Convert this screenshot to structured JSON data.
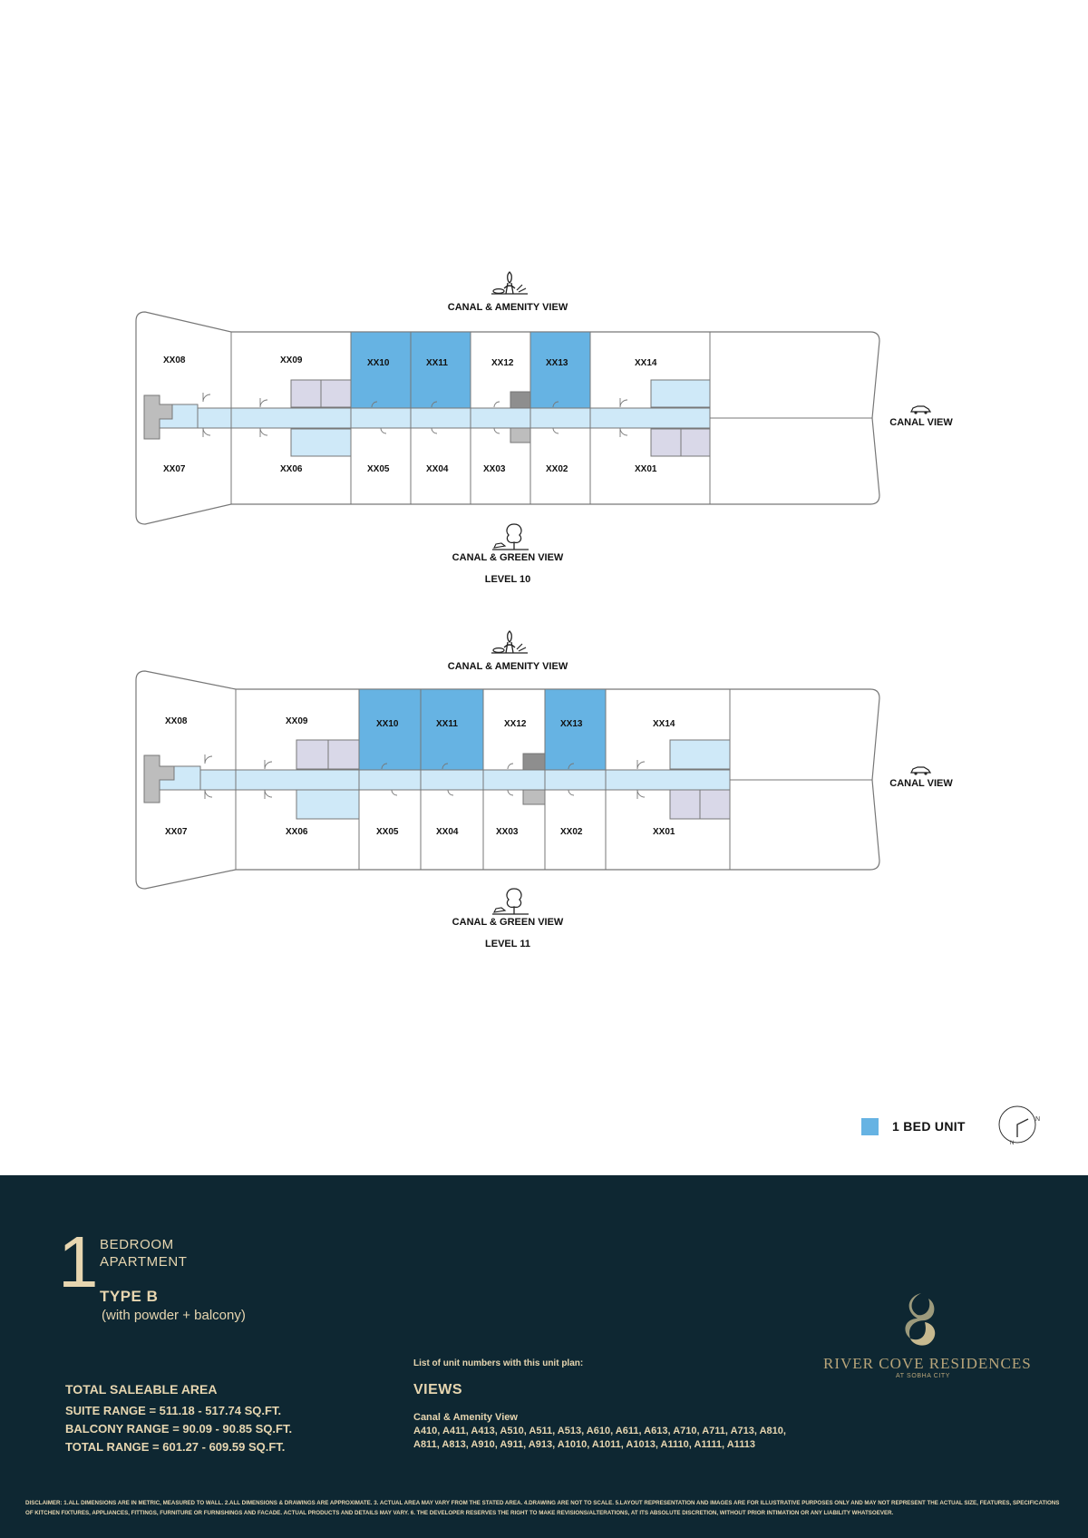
{
  "plans": [
    {
      "level": "LEVEL 10",
      "north_view": "CANAL & AMENITY VIEW",
      "south_view": "CANAL & GREEN VIEW",
      "east_view": "CANAL VIEW",
      "top_units": [
        "XX08",
        "XX09",
        "XX10",
        "XX11",
        "XX12",
        "XX13",
        "XX14"
      ],
      "bottom_units": [
        "XX07",
        "XX06",
        "XX05",
        "XX04",
        "XX03",
        "XX02",
        "XX01"
      ],
      "highlighted_units": [
        "XX10",
        "XX11",
        "XX13"
      ]
    },
    {
      "level": "LEVEL 11",
      "north_view": "CANAL & AMENITY VIEW",
      "south_view": "CANAL & GREEN VIEW",
      "east_view": "CANAL VIEW",
      "top_units": [
        "XX08",
        "XX09",
        "XX10",
        "XX11",
        "XX12",
        "XX13",
        "XX14"
      ],
      "bottom_units": [
        "XX07",
        "XX06",
        "XX05",
        "XX04",
        "XX03",
        "XX02",
        "XX01"
      ],
      "highlighted_units": [
        "XX10",
        "XX11",
        "XX13"
      ]
    }
  ],
  "legend": {
    "label": "1 BED UNIT",
    "color": "#66b3e3"
  },
  "icons": {
    "north": "tree-amenity-icon",
    "south": "tree-icon",
    "east": "car-icon",
    "compass": "north-arrow-icon"
  },
  "colors": {
    "highlight": "#66b3e3",
    "corridor": "#cfe9f8",
    "balcony": "#d9d8e8",
    "core": "#bdbdbd",
    "footer_bg": "#0e2732",
    "gold": "#e7d6b0"
  },
  "footer": {
    "bedroom_count": "1",
    "bedroom_label": "BEDROOM",
    "apartment_label": "APARTMENT",
    "type_title": "TYPE B",
    "type_subtitle": "(with powder + balcony)",
    "area_title": "TOTAL SALEABLE AREA",
    "suite_range": "SUITE RANGE = 511.18 - 517.74 SQ.FT.",
    "balcony_range": "BALCONY RANGE = 90.09 - 90.85 SQ.FT.",
    "total_range": "TOTAL RANGE = 601.27 - 609.59 SQ.FT.",
    "units_intro": "List of unit numbers with this unit plan:",
    "views_heading": "VIEWS",
    "view_name": "Canal & Amenity View",
    "unit_line_1": "A410, A411, A413, A510, A511, A513, A610, A611, A613, A710, A711, A713, A810,",
    "unit_line_2": "A811, A813, A910, A911, A913, A1010, A1011, A1013, A1110, A1111, A1113",
    "brand_name": "RIVER COVE RESIDENCES",
    "brand_sub": "AT SOBHA CITY",
    "disclaimer": "DISCLAIMER: 1.ALL DIMENSIONS ARE IN METRIC, MEASURED TO WALL. 2.ALL DIMENSIONS & DRAWINGS ARE APPROXIMATE. 3. ACTUAL AREA MAY VARY FROM THE STATED AREA. 4.DRAWING ARE NOT TO SCALE. 5.LAYOUT REPRESENTATION AND IMAGES ARE FOR ILLUSTRATIVE PURPOSES ONLY AND MAY NOT REPRESENT THE ACTUAL SIZE, FEATURES, SPECIFICATIONS OF KITCHEN FIXTURES, APPLIANCES, FITTINGS, FURNITURE OR FURNISHINGS AND FACADE. ACTUAL PRODUCTS AND DETAILS MAY VARY. 6. THE DEVELOPER RESERVES THE RIGHT TO MAKE REVISIONS/ALTERATIONS, AT ITS ABSOLUTE DISCRETION, WITHOUT PRIOR INTIMATION OR ANY LIABILITY WHATSOEVER."
  }
}
